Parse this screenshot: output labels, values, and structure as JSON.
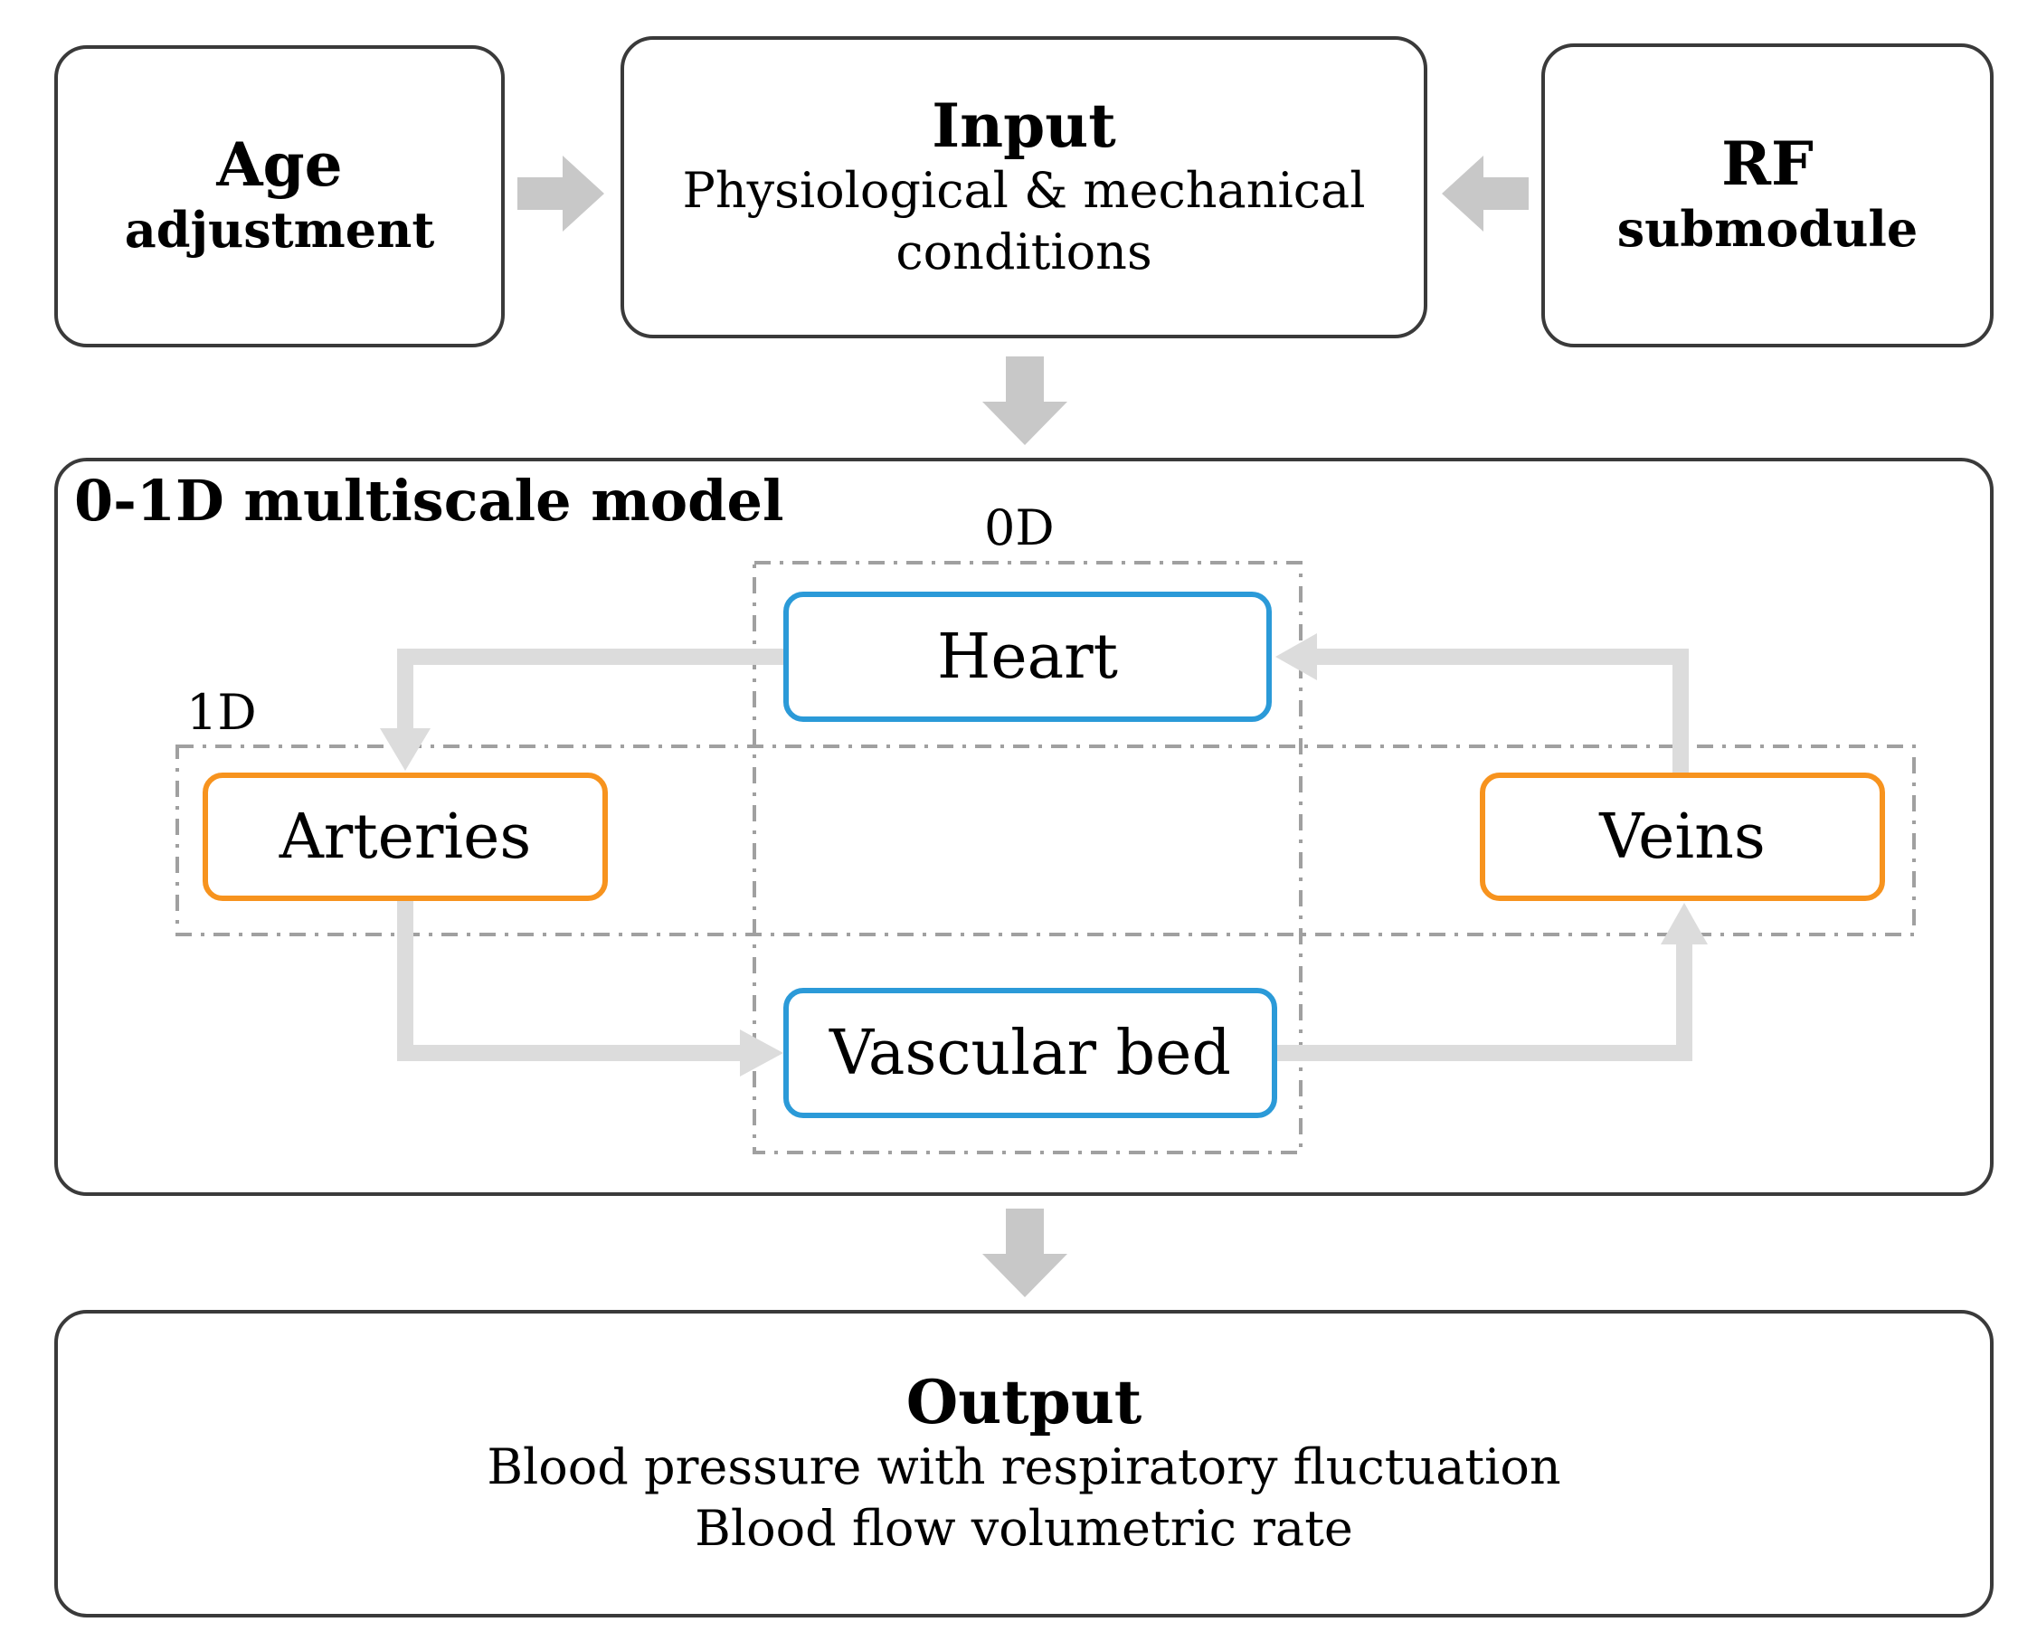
{
  "top": {
    "age": {
      "line1": "Age",
      "line2": "adjustment"
    },
    "input": {
      "title": "Input",
      "line1": "Physiological & mechanical",
      "line2": "conditions"
    },
    "rf": {
      "line1": "RF",
      "line2": "submodule"
    }
  },
  "model": {
    "title": "0-1D multiscale model",
    "label_0d": "0D",
    "label_1d": "1D",
    "nodes": {
      "heart": "Heart",
      "arteries": "Arteries",
      "veins": "Veins",
      "vascular_bed": "Vascular bed"
    }
  },
  "output": {
    "title": "Output",
    "line1": "Blood pressure with respiratory fluctuation",
    "line2": "Blood flow volumetric rate"
  },
  "colors": {
    "box_border": "#3a3a3a",
    "arrow_gray": "#c8c8c8",
    "flow_gray": "#dcdcdc",
    "dash_gray": "#a0a0a0",
    "node_blue": "#2b9ad8",
    "node_orange": "#f7931e"
  }
}
